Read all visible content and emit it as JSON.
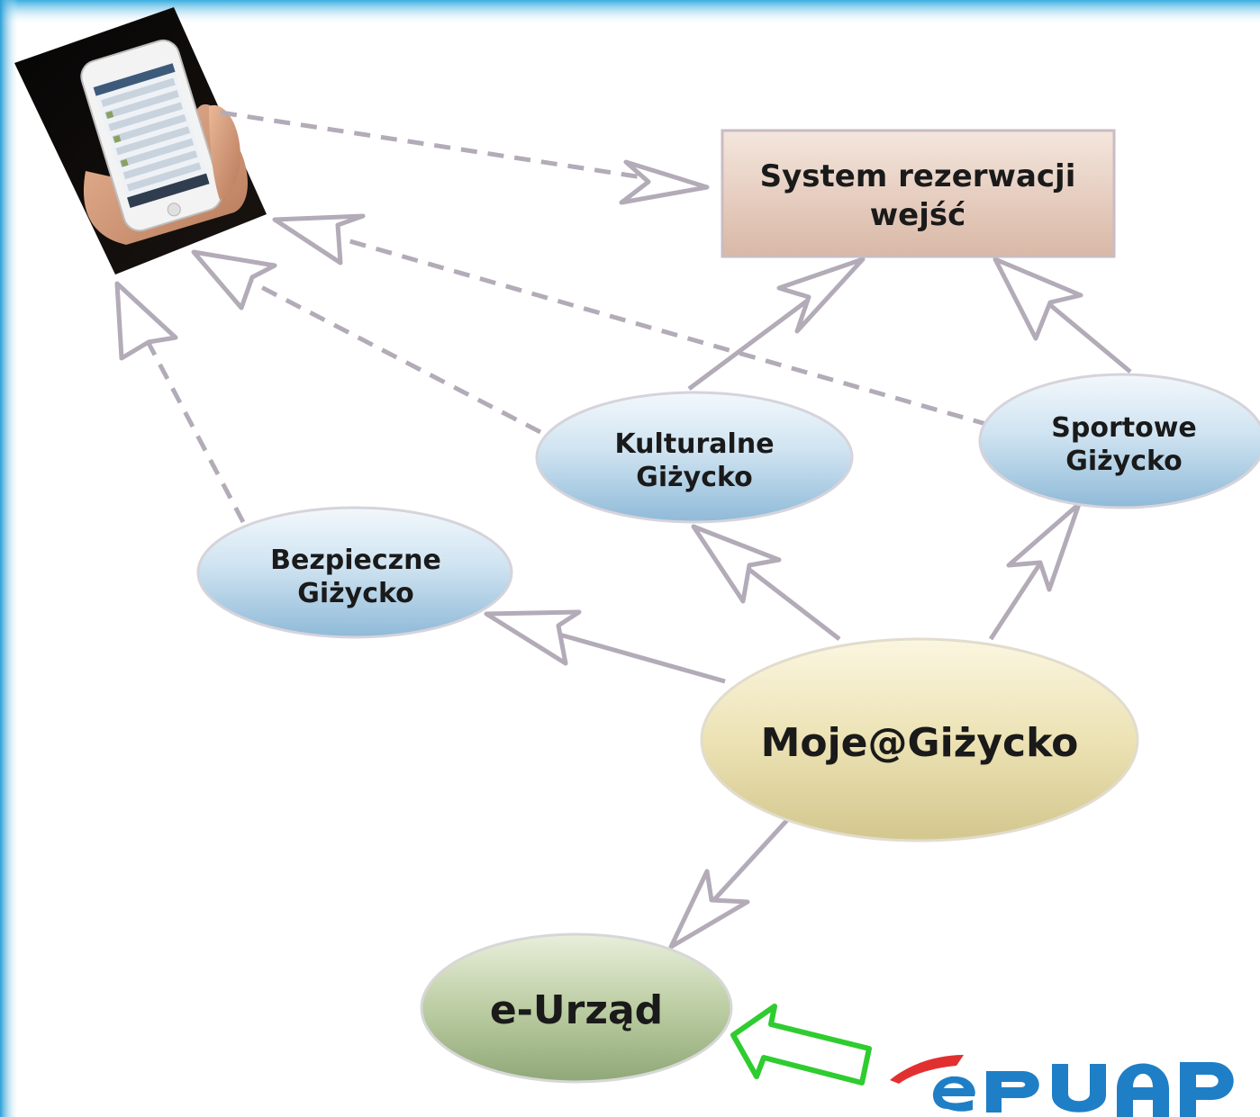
{
  "nodes": {
    "system": {
      "line1": "System rezerwacji",
      "line2": "wejść"
    },
    "kulturalne": {
      "line1": "Kulturalne",
      "line2": "Giżycko"
    },
    "sportowe": {
      "line1": "Sportowe",
      "line2": "Giżycko"
    },
    "bezpieczne": {
      "line1": "Bezpieczne",
      "line2": "Giżycko"
    },
    "moje": {
      "label": "Moje@Giżycko"
    },
    "eurzad": {
      "label": "e-Urząd"
    }
  },
  "logo": {
    "text": "ePUAP"
  },
  "colors": {
    "arrow": "#b3abb8",
    "green_arrow": "#2fcc2f",
    "frame_blue": "#2a9fd6",
    "logo_blue": "#1f7fc6",
    "logo_red": "#e23030"
  }
}
